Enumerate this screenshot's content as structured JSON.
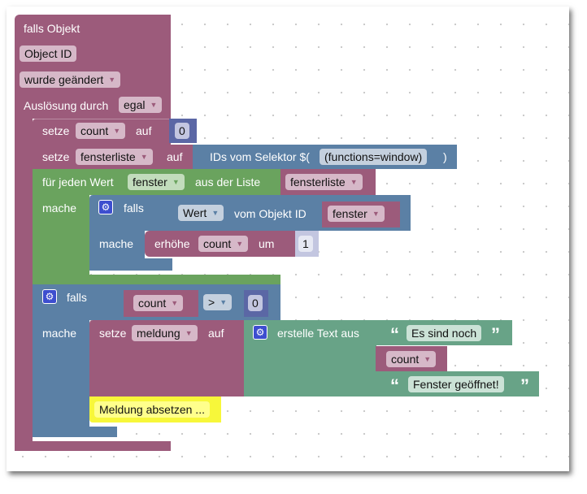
{
  "trigger": {
    "title": "falls Objekt",
    "object_id": "Object ID",
    "event": "wurde geändert",
    "trigger_label": "Auslösung durch",
    "trigger_value": "egal"
  },
  "set_count": {
    "setze": "setze",
    "var": "count",
    "auf": "auf",
    "value": "0"
  },
  "set_list": {
    "setze": "setze",
    "var": "fensterliste",
    "auf": "auf",
    "selector_label": "IDs vom Selektor $(",
    "selector": "(functions=window)",
    "close": ")"
  },
  "foreach": {
    "label": "für jeden Wert",
    "var": "fenster",
    "from": "aus der Liste",
    "list": "fensterliste",
    "do": "mache"
  },
  "if1": {
    "label": "falls",
    "prop": "Wert",
    "of": "vom Objekt ID",
    "obj": "fenster",
    "do": "mache",
    "incr": "erhöhe",
    "var": "count",
    "by": "um",
    "amount": "1"
  },
  "if2": {
    "label": "falls",
    "var": "count",
    "op": ">",
    "value": "0",
    "do": "mache",
    "setze": "setze",
    "target": "meldung",
    "auf": "auf",
    "join": "erstelle Text aus",
    "text1": "Es sind noch",
    "var2": "count",
    "text2": "Fenster geöffnet!",
    "open_quote": "“",
    "close_quote": "”"
  },
  "comment": "Meldung absetzen ...",
  "dropdown_arrow": "▼"
}
